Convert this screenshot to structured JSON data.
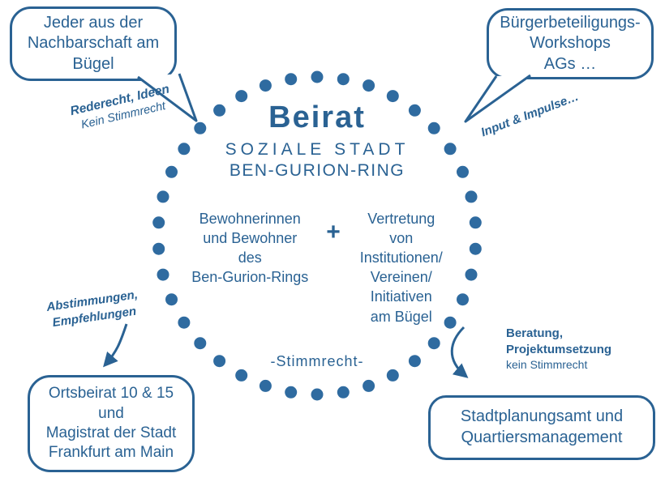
{
  "colors": {
    "primary": "#2a6293",
    "dot": "#2f6ba0",
    "background": "#ffffff"
  },
  "center": {
    "title": "Beirat",
    "subtitle1": "SOZIALE STADT",
    "subtitle2": "BEN-GURION-RING",
    "left_group": "Bewohnerinnen\nund Bewohner\ndes\nBen-Gurion-Rings",
    "plus": "+",
    "right_group": "Vertretung\nvon\nInstitutionen/\nVereinen/\nInitiativen\nam Bügel",
    "voting": "-Stimmrecht-"
  },
  "bubbles": {
    "top_left": {
      "text": "Jeder aus der\nNachbarschaft am\nBügel"
    },
    "top_right": {
      "text": "Bürgerbeteiligungs-\nWorkshops\nAGs …"
    },
    "bottom_left": {
      "text": "Ortsbeirat 10 & 15\nund\nMagistrat der Stadt\nFrankfurt am Main"
    },
    "bottom_right": {
      "text": "Stadtplanungsamt und\nQuartiersmanagement"
    }
  },
  "labels": {
    "top_left_bold": "Rederecht, Ideen",
    "top_left_normal": "Kein Stimmrecht",
    "top_right_bold": "Input & Impulse…",
    "bottom_left_bold": "Abstimmungen,\nEmpfehlungen",
    "bottom_right_bold": "Beratung,\nProjektumsetzung",
    "bottom_right_normal": "kein Stimmrecht"
  }
}
